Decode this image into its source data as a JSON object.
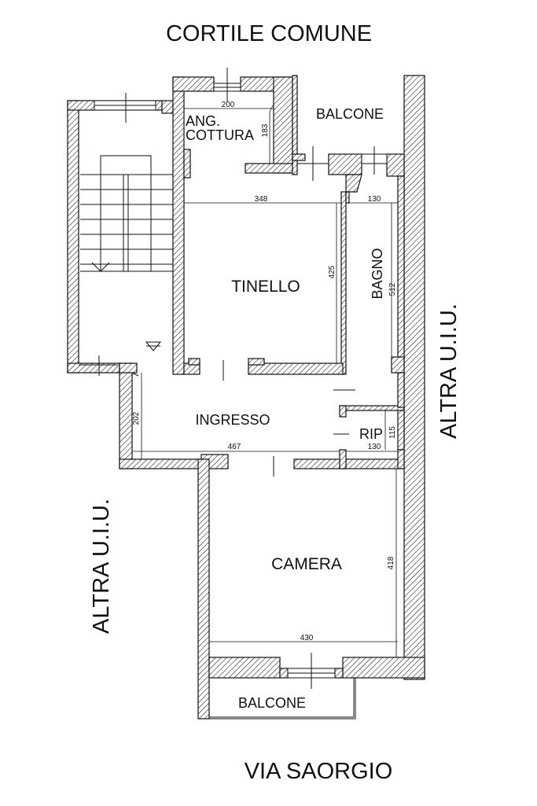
{
  "labels": {
    "top": "CORTILE COMUNE",
    "bottom": "VIA SAORGIO",
    "right": "ALTRA U.I.U.",
    "left": "ALTRA U.I.U."
  },
  "rooms": {
    "kitchen_line1": "ANG.",
    "kitchen_line2": "COTTURA",
    "balcony_top": "BALCONE",
    "living": "TINELLO",
    "bathroom": "BAGNO",
    "entrance": "INGRESSO",
    "storage": "RIP",
    "bedroom": "CAMERA",
    "balcony_bottom": "BALCONE"
  },
  "dimensions": {
    "kitchen_width": "200",
    "kitchen_depth": "183",
    "living_width": "348",
    "living_depth": "425",
    "bath_width": "130",
    "bath_depth": "512",
    "entrance_depth": "202",
    "entrance_width": "467",
    "storage_width": "130",
    "storage_depth": "115",
    "bedroom_depth": "418",
    "bedroom_width": "430"
  },
  "colors": {
    "line": "#111111",
    "background": "#ffffff"
  }
}
